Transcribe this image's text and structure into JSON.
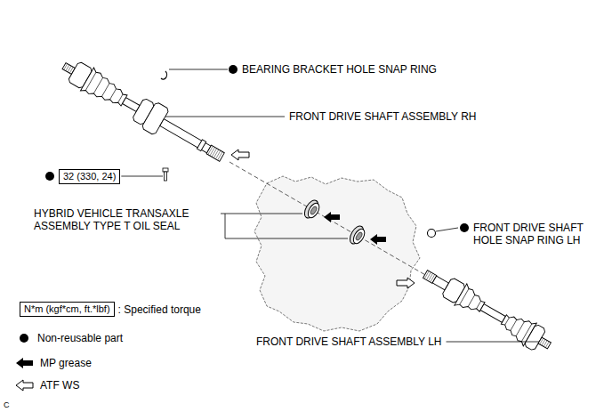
{
  "diagram": {
    "nodes": [
      {
        "text": [
          "32 (330, 24)"
        ]
      },
      {
        "text": [
          "N*m (kgf*cm, ft.*lbf)"
        ]
      }
    ],
    "labels": [
      "BEARING BRACKET HOLE SNAP RING",
      "FRONT DRIVE SHAFT ASSEMBLY RH",
      "HYBRID VEHICLE TRANSAXLE ASSEMBLY TYPE T OIL SEAL",
      "FRONT DRIVE SHAFT HOLE SNAP RING LH",
      "FRONT DRIVE SHAFT ASSEMBLY LH",
      "C"
    ],
    "legend": [
      {
        "text": ": Specified torque"
      },
      {
        "text": "Non-reusable part"
      },
      {
        "text": "MP grease"
      },
      {
        "text": "ATF WS"
      }
    ]
  }
}
